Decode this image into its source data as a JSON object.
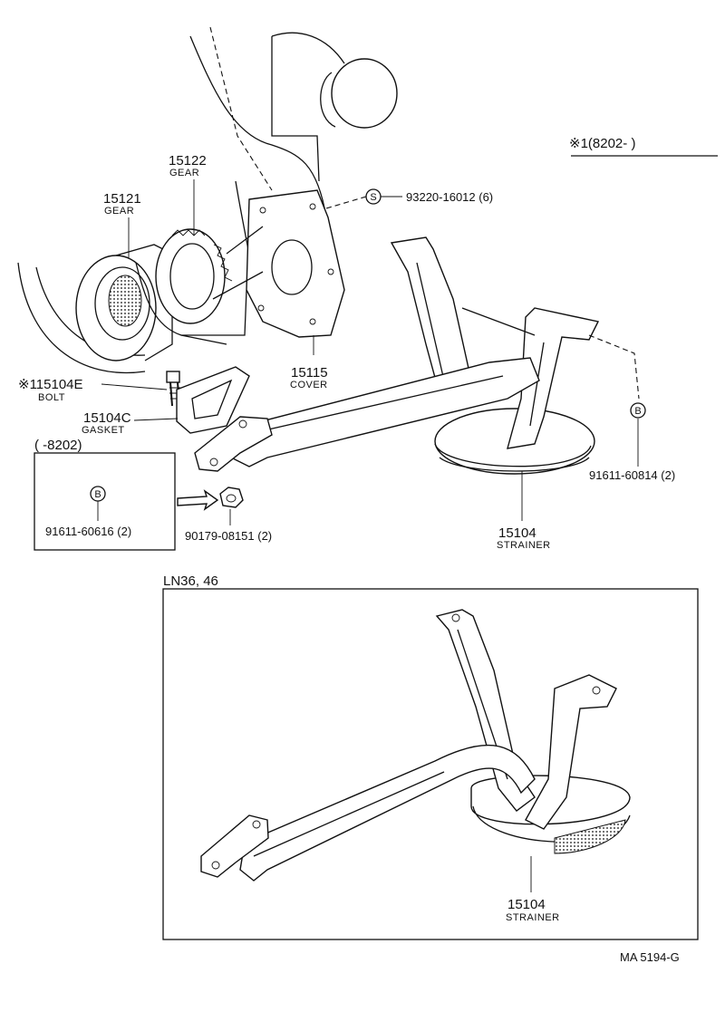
{
  "labels": {
    "gear_15122": {
      "number": "15122",
      "name": "GEAR"
    },
    "gear_15121": {
      "number": "15121",
      "name": "GEAR"
    },
    "bolt": {
      "number": "※115104E",
      "name": "BOLT"
    },
    "gasket": {
      "number": "15104C",
      "name": "GASKET"
    },
    "cover": {
      "number": "15115",
      "name": "COVER"
    },
    "strainer_main": {
      "number": "15104",
      "name": "STRAINER"
    },
    "strainer_inset": {
      "number": "15104",
      "name": "STRAINER"
    },
    "screw_ref": {
      "symbol": "S",
      "part": "93220-16012 (6)"
    },
    "bolt_b_right": {
      "symbol": "B",
      "part": "91611-60814 (2)"
    },
    "bolt_b_left": {
      "symbol": "B",
      "part": "91611-60616 (2)"
    },
    "nut": {
      "part": "90179-08151 (2)"
    }
  },
  "notes": {
    "range_new": "※1(8202-      )",
    "range_old": "(      -8202)",
    "inset_title": "LN36, 46",
    "drawing_id": "MA 5194-G"
  },
  "colors": {
    "ink": "#111111",
    "paper": "#ffffff"
  }
}
